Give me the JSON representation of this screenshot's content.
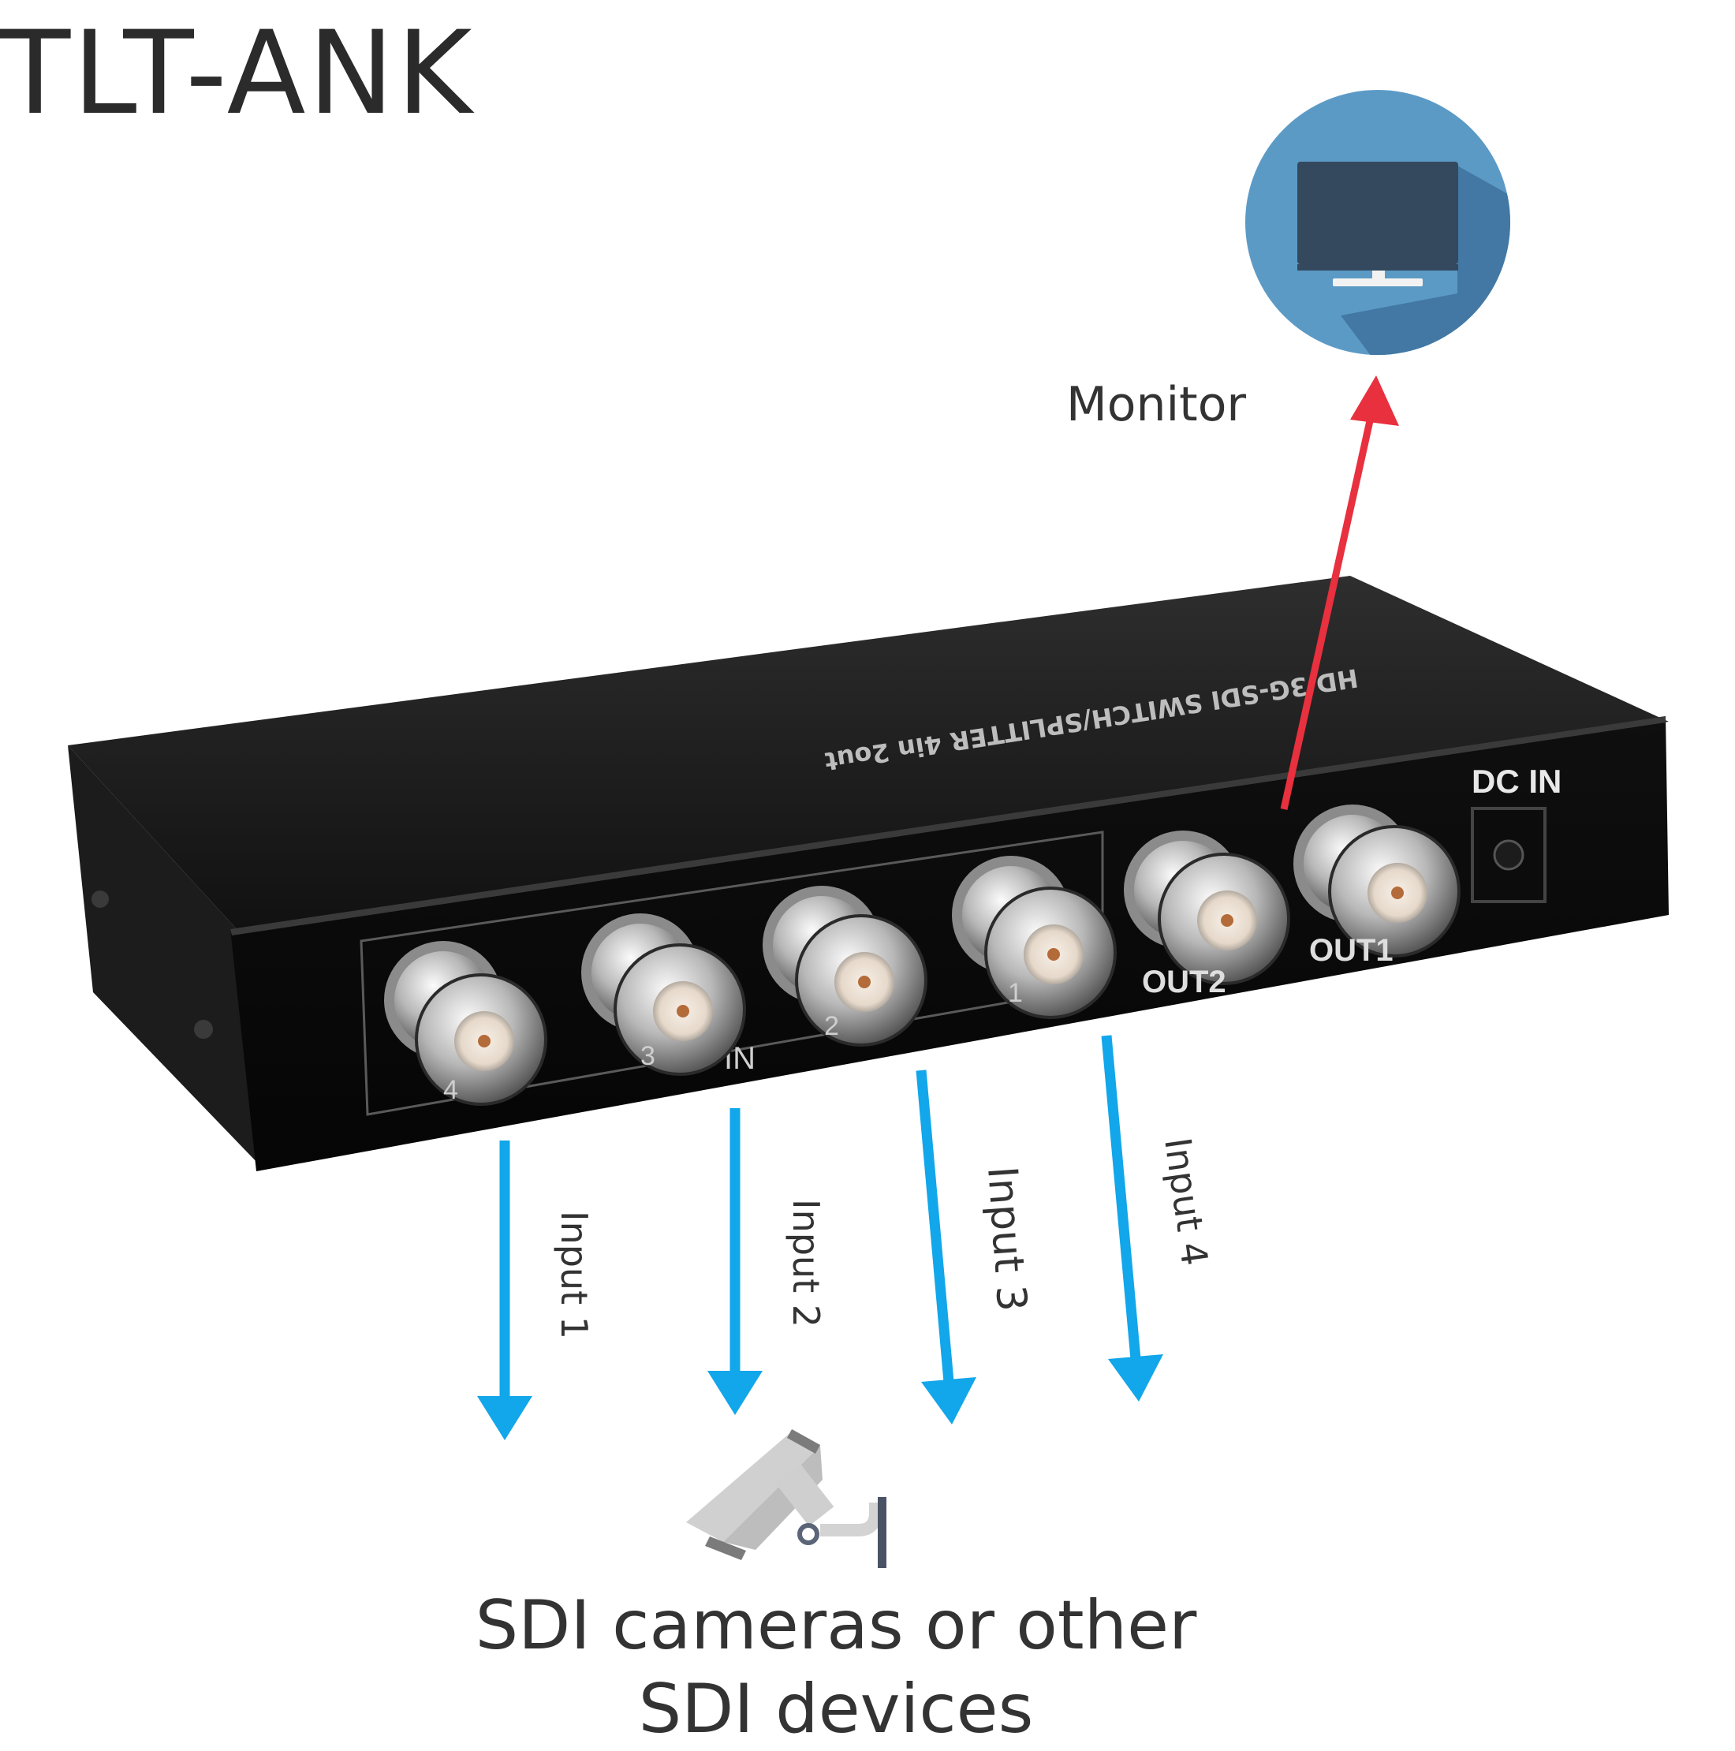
{
  "brand": "TLT-ANK",
  "device": {
    "top_print": "HD/3G-SDI SWITCH/SPLITTER  4in 2out",
    "dc_label": "DC IN",
    "in_label": "IN",
    "ports_in": [
      "4",
      "3",
      "2",
      "1"
    ],
    "ports_out": [
      "OUT2",
      "OUT1"
    ]
  },
  "monitor": {
    "label": "Monitor",
    "icon": "tv-monitor-icon"
  },
  "inputs": [
    "Input 1",
    "Input 2",
    "Input 3",
    "Input 4"
  ],
  "cameras": {
    "icon": "cctv-camera-icon"
  },
  "caption": {
    "line1": "SDI cameras or other",
    "line2": "SDI devices"
  },
  "colors": {
    "input_arrow": "#12a6ea",
    "output_arrow": "#e8303e",
    "monitor_circle": "#5c9ac6",
    "monitor_shadow": "#4278a3",
    "device_body": "#151515"
  }
}
